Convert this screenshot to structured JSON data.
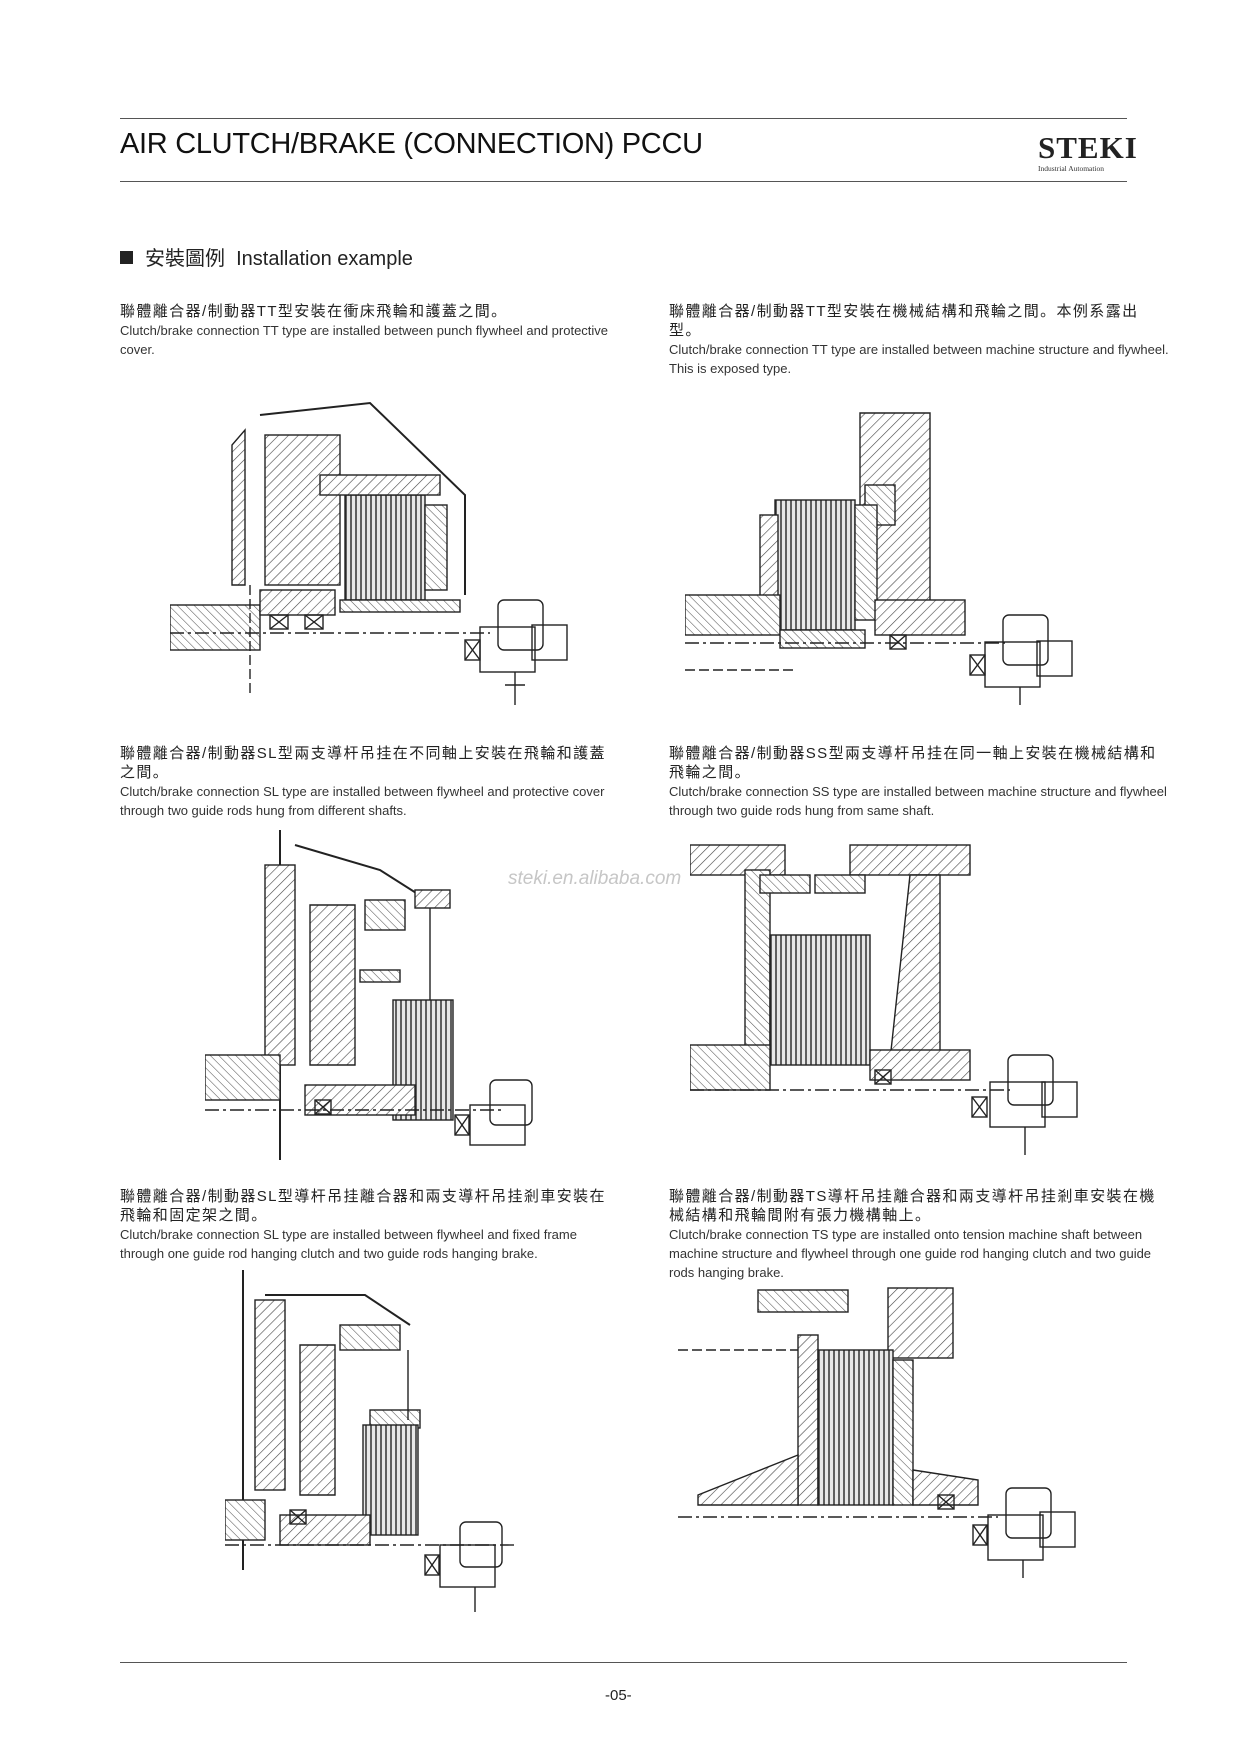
{
  "header": {
    "title": "AIR CLUTCH/BRAKE (CONNECTION) PCCU",
    "logo_brand": "STEKI",
    "logo_tagline": "Industrial Automation"
  },
  "section": {
    "title_zh": "安裝圖例",
    "title_en": "Installation example"
  },
  "examples": [
    {
      "zh": "聯體離合器/制動器TT型安裝在衝床飛輪和護蓋之間。",
      "en": "Clutch/brake connection TT type are installed between punch flywheel and protective cover."
    },
    {
      "zh": "聯體離合器/制動器TT型安裝在機械結構和飛輪之間。本例系露出型。",
      "en": "Clutch/brake connection TT type are installed between machine structure and flywheel. This is exposed type."
    },
    {
      "zh": "聯體離合器/制動器SL型兩支導杆吊挂在不同軸上安裝在飛輪和護蓋之間。",
      "en": "Clutch/brake connection SL type are installed between flywheel and protective cover through two guide rods hung from different shafts."
    },
    {
      "zh": "聯體離合器/制動器SS型兩支導杆吊挂在同一軸上安裝在機械結構和飛輪之間。",
      "en": "Clutch/brake connection SS type are installed between machine structure and flywheel through two guide rods hung from same shaft."
    },
    {
      "zh": "聯體離合器/制動器SL型導杆吊挂離合器和兩支導杆吊挂剎車安裝在飛輪和固定架之間。",
      "en": "Clutch/brake connection SL type are installed between flywheel and fixed frame through one guide rod hanging clutch and  two guide rods hanging brake."
    },
    {
      "zh": "聯體離合器/制動器TS導杆吊挂離合器和兩支導杆吊挂剎車安裝在機械結構和飛輪間附有張力機構軸上。",
      "en": "Clutch/brake connection TS type are installed onto tension machine shaft between machine structure and flywheel through one guide rod hanging clutch and  two guide rods hanging brake."
    }
  ],
  "watermark": "steki.en.alibaba.com",
  "footer": {
    "page_number": "-05-"
  }
}
